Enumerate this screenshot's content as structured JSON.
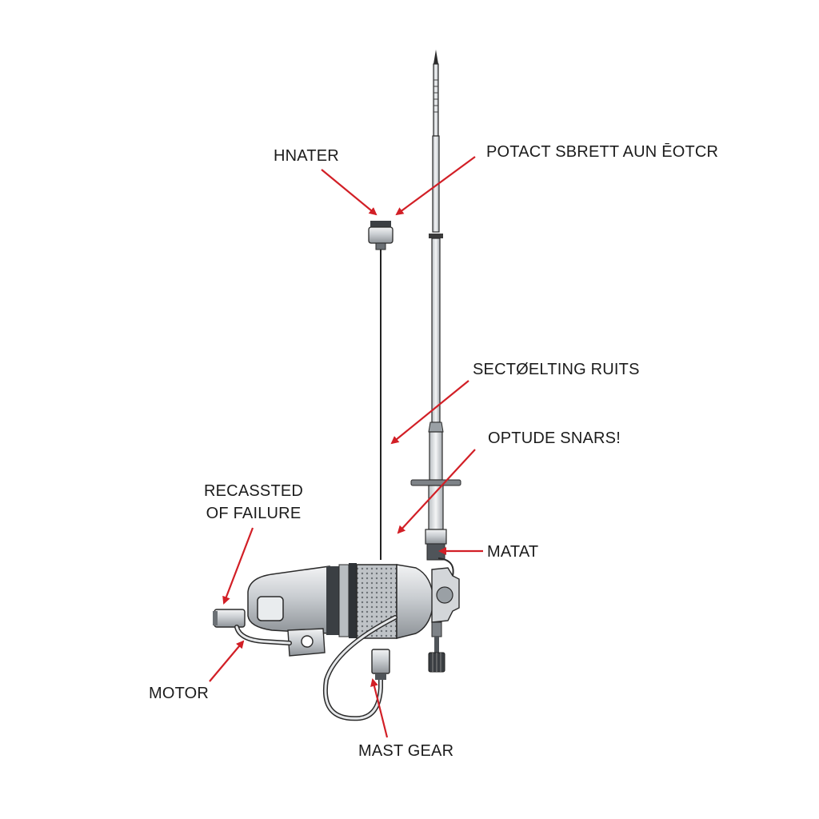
{
  "diagram": {
    "labels": {
      "hnater": "HNATER",
      "potact": "POTACT SBRETT AUN ĒOTCR",
      "sectoelting": "SECTØELTING RUITS",
      "optude": "OPTUDE SNARS!",
      "recassted_line1": "RECASSTED",
      "recassted_line2": "OF FAILURE",
      "matat": "MATAT",
      "motor": "MOTOR",
      "mast_gear": "MAST GEAR"
    },
    "colors": {
      "arrow": "#d21f26",
      "outline": "#2a2a2a",
      "metal": "#cfd3d6",
      "background": "#ffffff"
    },
    "icons": [
      "antenna-mast-icon",
      "motor-body-icon",
      "cable-icon",
      "gear-icon"
    ]
  }
}
